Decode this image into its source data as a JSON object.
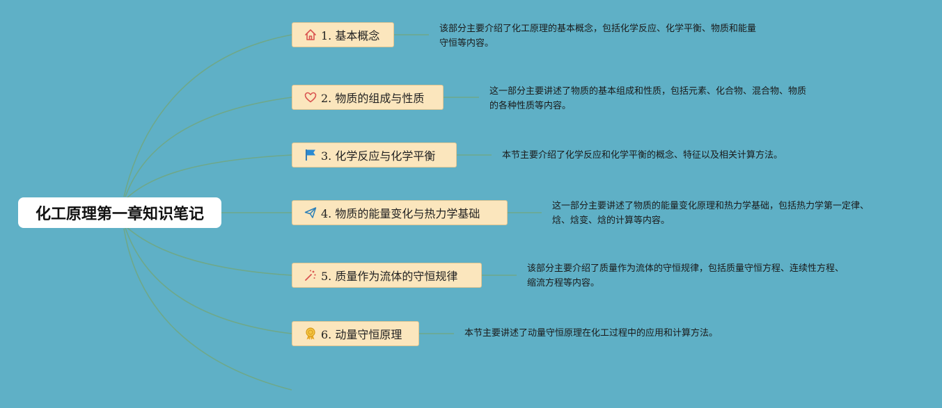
{
  "root": {
    "label": "化工原理第一章知识笔记"
  },
  "colors": {
    "background": "#5fb0c6",
    "connector": "#6ea88a",
    "topic_fill": "#fbe6bd",
    "topic_border": "#e3c792"
  },
  "topics": [
    {
      "label": "1. 基本概念",
      "icon": "home-icon",
      "desc_lines": [
        "该部分主要介绍了化工原理的基本概念，包括化学反应、化学平衡、物质和能量",
        "守恒等内容。"
      ]
    },
    {
      "label": "2. 物质的组成与性质",
      "icon": "heart-icon",
      "desc_lines": [
        "这一部分主要讲述了物质的基本组成和性质，包括元素、化合物、混合物、物质",
        "的各种性质等内容。"
      ]
    },
    {
      "label": "3. 化学反应与化学平衡",
      "icon": "flag-icon",
      "desc_lines": [
        "本节主要介绍了化学反应和化学平衡的概念、特征以及相关计算方法。"
      ]
    },
    {
      "label": "4. 物质的能量变化与热力学基础",
      "icon": "paper-plane-icon",
      "desc_lines": [
        "这一部分主要讲述了物质的能量变化原理和热力学基础，包括热力学第一定律、",
        "焓、焓变、焓的计算等内容。"
      ]
    },
    {
      "label": "5. 质量作为流体的守恒规律",
      "icon": "sparkle-icon",
      "desc_lines": [
        "该部分主要介绍了质量作为流体的守恒规律，包括质量守恒方程、连续性方程、",
        "缩流方程等内容。"
      ]
    },
    {
      "label": "6. 动量守恒原理",
      "icon": "award-medal-icon",
      "desc_lines": [
        "本节主要讲述了动量守恒原理在化工过程中的应用和计算方法。"
      ]
    }
  ]
}
